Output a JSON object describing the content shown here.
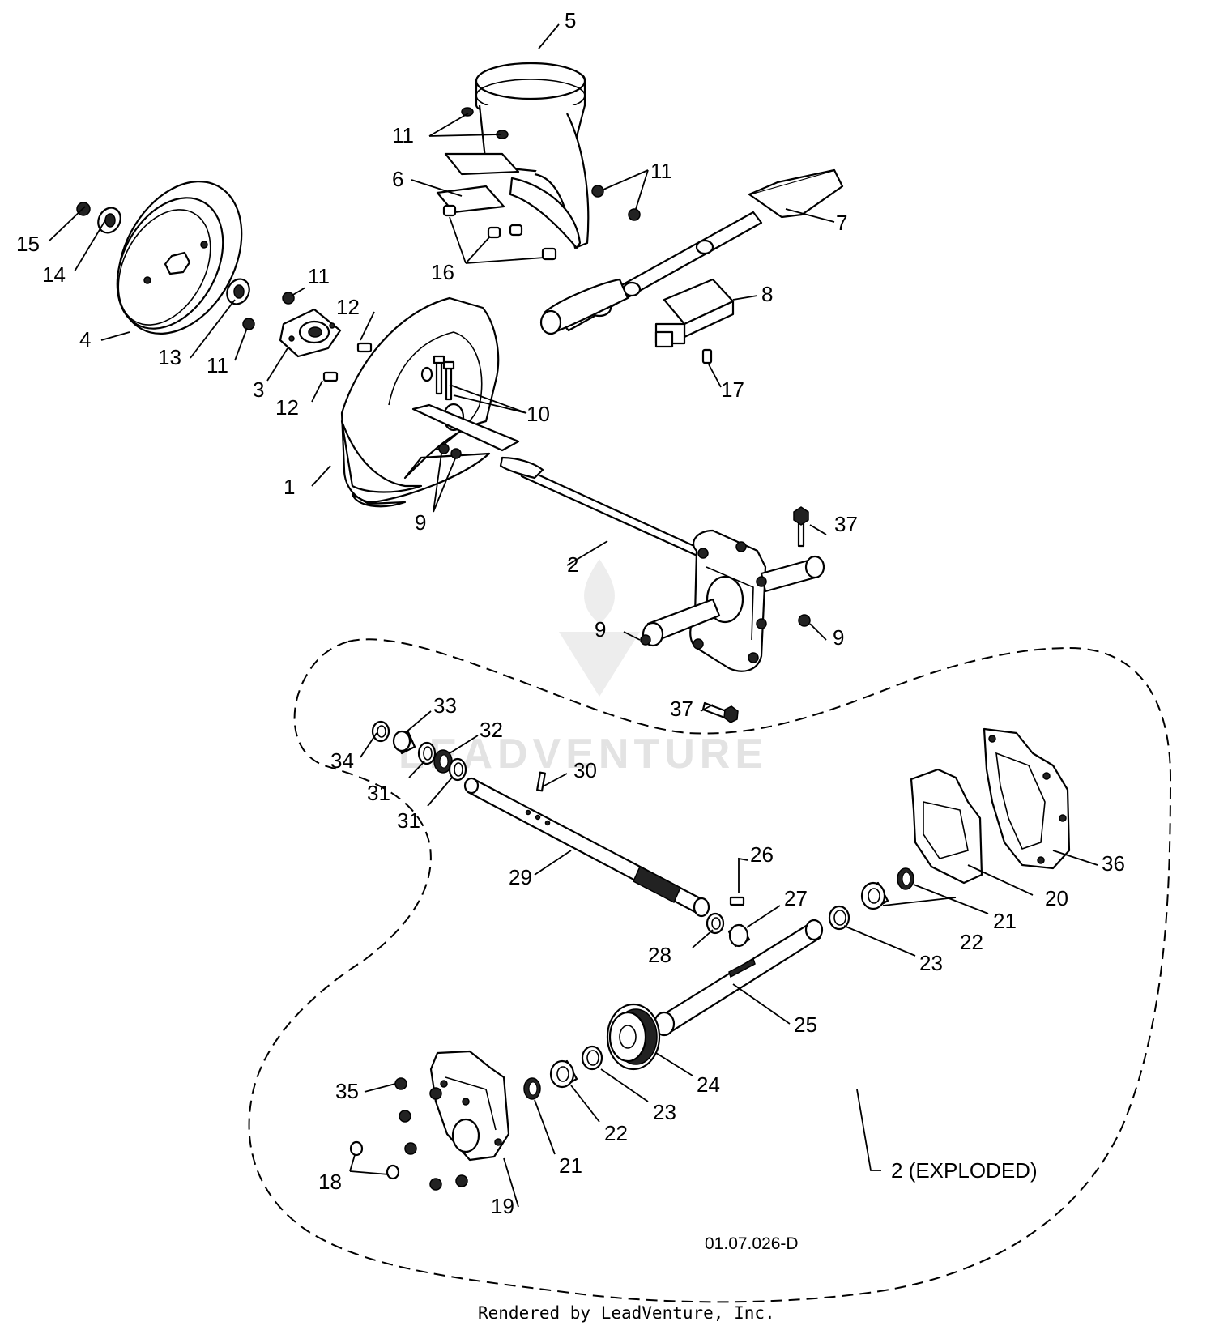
{
  "callouts": {
    "c1": "1",
    "c2": "2",
    "c3": "3",
    "c4": "4",
    "c5": "5",
    "c6": "6",
    "c7": "7",
    "c8": "8",
    "c9a": "9",
    "c9b": "9",
    "c9c": "9",
    "c10": "10",
    "c11a": "11",
    "c11b": "11",
    "c11c": "11",
    "c11d": "11",
    "c12a": "12",
    "c12b": "12",
    "c13": "13",
    "c14": "14",
    "c15": "15",
    "c16": "16",
    "c17": "17",
    "c18": "18",
    "c19": "19",
    "c20": "20",
    "c21a": "21",
    "c21b": "21",
    "c22a": "22",
    "c22b": "22",
    "c23a": "23",
    "c23b": "23",
    "c24": "24",
    "c25": "25",
    "c26": "26",
    "c27": "27",
    "c28": "28",
    "c29": "29",
    "c30": "30",
    "c31a": "31",
    "c31b": "31",
    "c32": "32",
    "c33": "33",
    "c34": "34",
    "c35": "35",
    "c36": "36",
    "c37a": "37",
    "c37b": "37"
  },
  "exploded_label": "2 (EXPLODED)",
  "drawing_number": "01.07.026-D",
  "credit": "Rendered by LeadVenture, Inc.",
  "watermark": "LEADVENTURE"
}
